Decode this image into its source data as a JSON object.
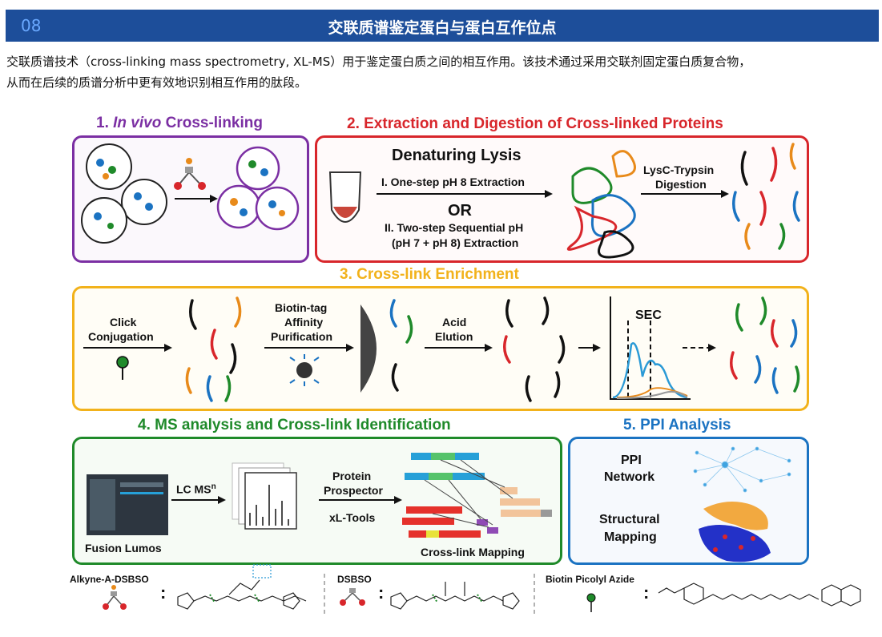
{
  "page_number": "08",
  "page_title": "交联质谱鉴定蛋白与蛋白互作位点",
  "intro_line1": "交联质谱技术（cross-linking mass spectrometry, XL-MS）用于鉴定蛋白质之间的相互作用。该技术通过采用交联剂固定蛋白质复合物，",
  "intro_line2": "从而在后续的质谱分析中更有效地识别相互作用的肽段。",
  "panel1": {
    "title_prefix": "1. ",
    "title_italic": "In vivo",
    "title_suffix": " Cross-linking",
    "color": "#7b2fa3"
  },
  "panel2": {
    "title": "2. Extraction and Digestion of Cross-linked Proteins",
    "color": "#d8262b",
    "lysis": "Denaturing Lysis",
    "step1": "I. One-step pH 8 Extraction",
    "or": "OR",
    "step2_line1": "II. Two-step Sequential pH",
    "step2_line2": "(pH 7 + pH 8) Extraction",
    "digest_line1": "LysC-Trypsin",
    "digest_line2": "Digestion"
  },
  "panel3": {
    "title": "3. Cross-link Enrichment",
    "color": "#f2b21b",
    "click_line1": "Click",
    "click_line2": "Conjugation",
    "biotin_line1": "Biotin-tag",
    "biotin_line2": "Affinity",
    "biotin_line3": "Purification",
    "acid_line1": "Acid",
    "acid_line2": "Elution",
    "sec": "SEC"
  },
  "panel4": {
    "title": "4. MS analysis and Cross-link Identification",
    "color": "#1f8a2a",
    "instrument": "Fusion Lumos",
    "lcms": "LC MS",
    "lcms_sup": "n",
    "prospector_line1": "Protein",
    "prospector_line2": "Prospector",
    "xltools": "xL-Tools",
    "mapping": "Cross-link Mapping"
  },
  "panel5": {
    "title": "5. PPI Analysis",
    "color": "#1b73c2",
    "network_line1": "PPI",
    "network_line2": "Network",
    "struct_line1": "Structural",
    "struct_line2": "Mapping"
  },
  "legend": {
    "item1": "Alkyne-A-DSBSO",
    "item2": "DSBSO",
    "item3": "Biotin Picolyl Azide",
    "colon": ":"
  }
}
